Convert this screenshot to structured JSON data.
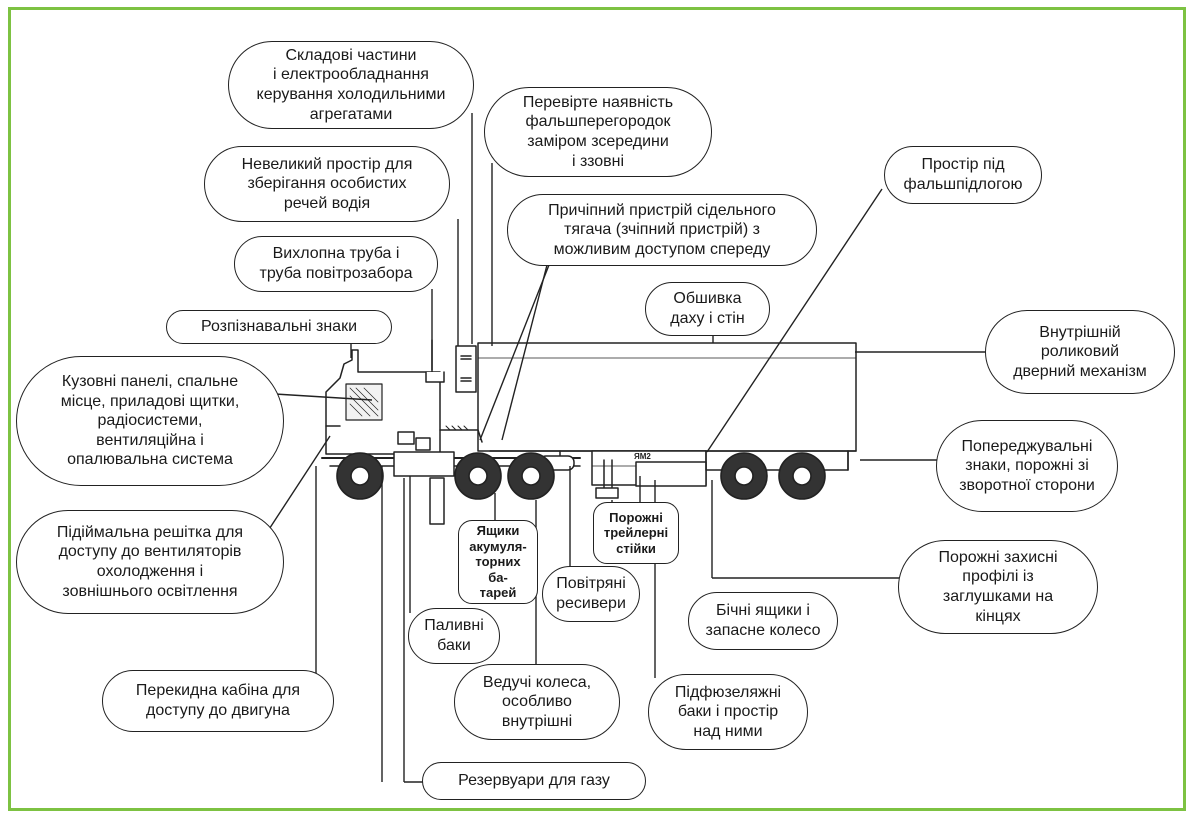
{
  "frame": {
    "border_color": "#7dc242"
  },
  "callouts": {
    "c01": "Складові частини\nі електрообладнання\nкерування холодильними\nагрегатами",
    "c02": "Перевірте наявність\nфальшперегородок\nзаміром зсередини\nі ззовні",
    "c03": "Невеликий простір для\nзберігання особистих\nречей водія",
    "c04": "Простір під\nфальшпідлогою",
    "c05": "Причіпний пристрій сідельного\nтягача (зчіпний пристрій) з\nможливим доступом спереду",
    "c06": "Вихлопна труба і\nтруба повітрозабора",
    "c07": "Обшивка\nдаху і стін",
    "c08": "Розпізнавальні знаки",
    "c09": "Внутрішній\nроликовий\nдверний механізм",
    "c10": "Кузовні панелі, спальне\nмісце, приладові щитки,\nрадіосистеми,\nвентиляційна і\nопалювальна система",
    "c11": "Попереджувальні\nзнаки, порожні зі\nзворотної сторони",
    "c12": "Порожні\nтрейлерні\nстійки",
    "c13": "Ящики\nакумуля-\nторних ба-\nтарей",
    "c14": "Підіймальна решітка для\nдоступу до вентиляторів\nохолодження і\nзовнішнього освітлення",
    "c15": "Порожні захисні\nпрофілі із\nзаглушками на\nкінцях",
    "c16": "Повітряні\nресивери",
    "c17": "Бічні ящики і\nзапасне колесо",
    "c18": "Паливні\nбаки",
    "c19": "Ведучі колеса,\nособливо\nвнутрішні",
    "c20": "Підфюзеляжні\nбаки і простір\nнад ними",
    "c21": "Перекидна кабіна для\nдоступу до двигуна",
    "c22": "Резервуари для газу"
  },
  "trailer_plate": "ЯМ2"
}
